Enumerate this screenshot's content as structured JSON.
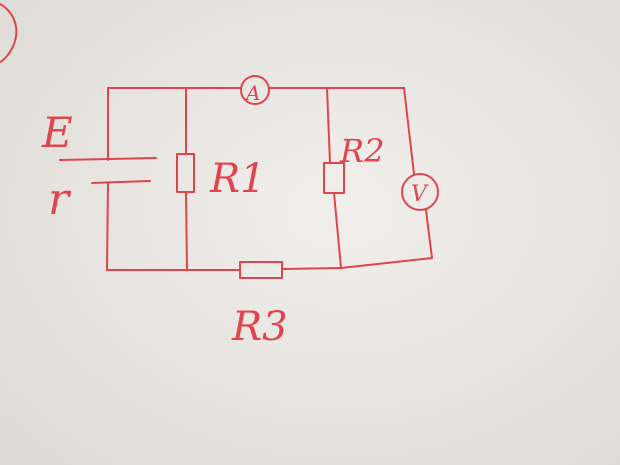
{
  "paper": {
    "background": "#e9e7e3",
    "ink": "#e0454e"
  },
  "labels": {
    "emf": "E",
    "internal_resistance": "r",
    "ammeter": "A",
    "voltmeter": "V",
    "r1": "R1",
    "r2": "R2",
    "r3": "R3"
  }
}
